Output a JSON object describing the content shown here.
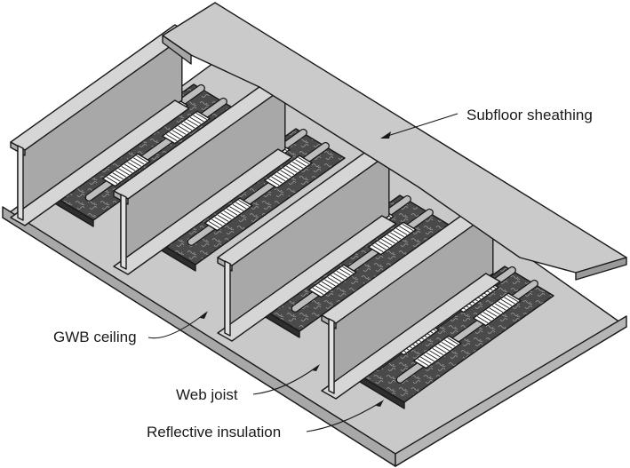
{
  "labels": {
    "subfloor": "Subfloor sheathing",
    "gwb": "GWB ceiling",
    "web_joist": "Web joist",
    "insulation": "Reflective insulation"
  },
  "colors": {
    "sheet": "#c9c9c9",
    "sheet_edge": "#9a9a9a",
    "joist_face": "#d6d6d6",
    "joist_shadow": "#a8a8a8",
    "insulation": "#4a4a4a",
    "pipe": "#bdbdbd",
    "fin": "#ffffff",
    "outline": "#1a1a1a"
  },
  "icons": [
    "radiant-heat-pipe",
    "fin-plate"
  ]
}
